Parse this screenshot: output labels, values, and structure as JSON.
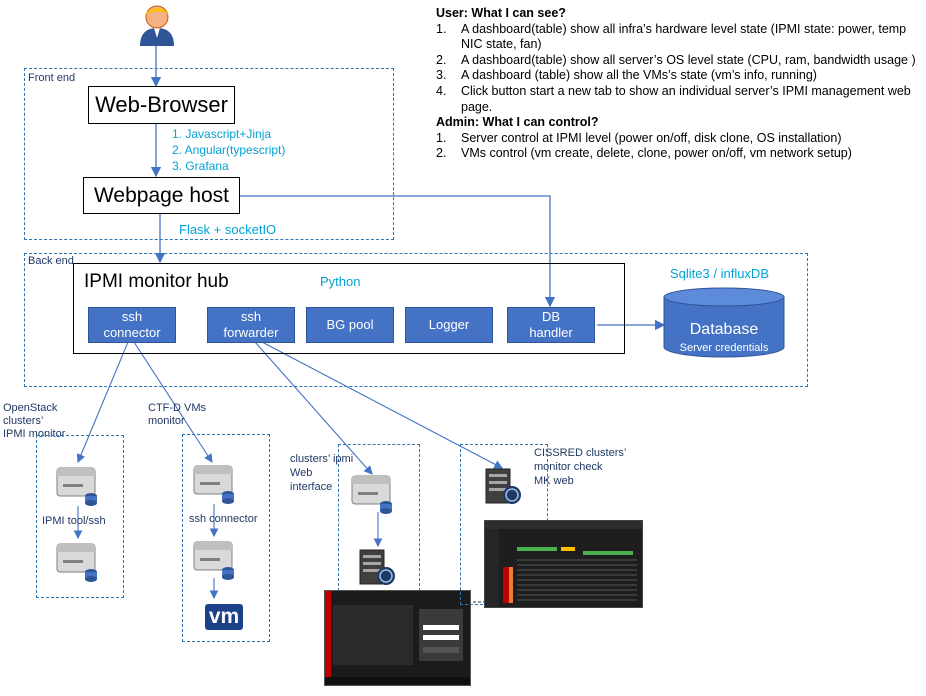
{
  "user_panel": {
    "heading": "User: What I can see?",
    "items": [
      {
        "num": "1.",
        "text": "A dashboard(table) show all infra’s hardware level state (IPMI state: power, temp NIC state, fan)"
      },
      {
        "num": "2.",
        "text": "A dashboard(table) show all server’s OS level state (CPU, ram, bandwidth usage )"
      },
      {
        "num": "3.",
        "text": "A dashboard (table) show all the VMs’s state (vm’s info, running)"
      },
      {
        "num": "4.",
        "text": "Click button start a new tab to show an individual server’s IPMI management web page."
      }
    ]
  },
  "admin_panel": {
    "heading": "Admin: What I can control?",
    "items": [
      {
        "num": "1.",
        "text": "Server control at IPMI level (power on/off, disk clone, OS installation)"
      },
      {
        "num": "2.",
        "text": "VMs control (vm create, delete, clone, power on/off, vm network setup)"
      }
    ]
  },
  "front_end": {
    "label": "Front end",
    "browser": "Web-Browser",
    "tech_list": [
      "1. Javascript+Jinja",
      "2. Angular(typescript)",
      "3. Grafana"
    ],
    "webhost": "Webpage host",
    "flask": "Flask + socketIO"
  },
  "back_end": {
    "label": "Back end",
    "hub_title": "IPMI monitor hub",
    "hub_lang": "Python",
    "db_tech": "Sqlite3 / influxDB",
    "modules": [
      {
        "line1": "ssh",
        "line2": "connector"
      },
      {
        "line1": "ssh",
        "line2": "forwarder"
      },
      {
        "line1": "BG pool",
        "line2": ""
      },
      {
        "line1": "Logger",
        "line2": ""
      },
      {
        "line1": "DB",
        "line2": "handler"
      }
    ],
    "database_title": "Database",
    "database_sub": "Server credentials"
  },
  "clusters": {
    "openstack_label": [
      "OpenStack",
      "clusters’",
      "IPMI monitor"
    ],
    "openstack_link": "IPMI tool/ssh",
    "ctfd_label": [
      "CTF-D VMs",
      "monitor"
    ],
    "ctfd_link": "ssh connector",
    "ctfd_logo": "vm",
    "ipmi_web_label": [
      "clusters’ ipmi",
      "Web",
      "interface"
    ],
    "cissred_label": [
      "CISSRED clusters’",
      "monitor check",
      "MK web"
    ]
  },
  "colors": {
    "module_blue": "#4472c4",
    "dash_blue": "#2e75b6",
    "cyan_text": "#00a2d5",
    "arrow_blue": "#4472c4"
  }
}
